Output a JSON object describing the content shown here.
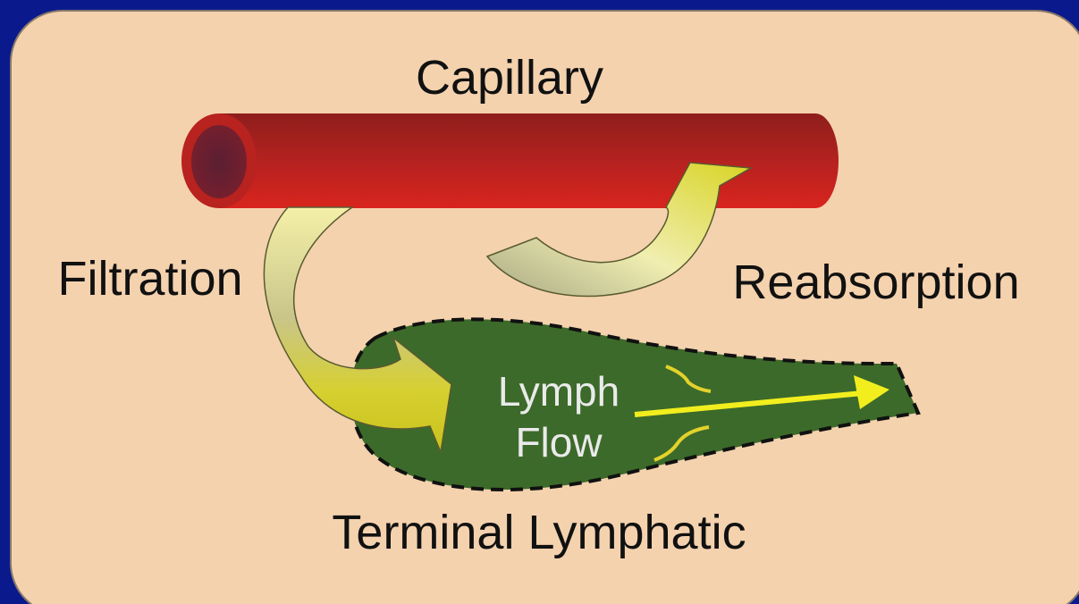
{
  "labels": {
    "capillary": "Capillary",
    "filtration": "Filtration",
    "reabsorption": "Reabsorption",
    "lymph_line1": "Lymph",
    "lymph_line2": "Flow",
    "terminal_lymphatic": "Terminal Lymphatic"
  },
  "colors": {
    "frame": "#0a1a8c",
    "panel": "#f4d2ae",
    "capillary": "#c9221e",
    "capillary_end": "#5a1f33",
    "lymphatic": "#3c6a2a",
    "arrow": "#d9d42a",
    "flow_arrow": "#f2ee1e"
  }
}
